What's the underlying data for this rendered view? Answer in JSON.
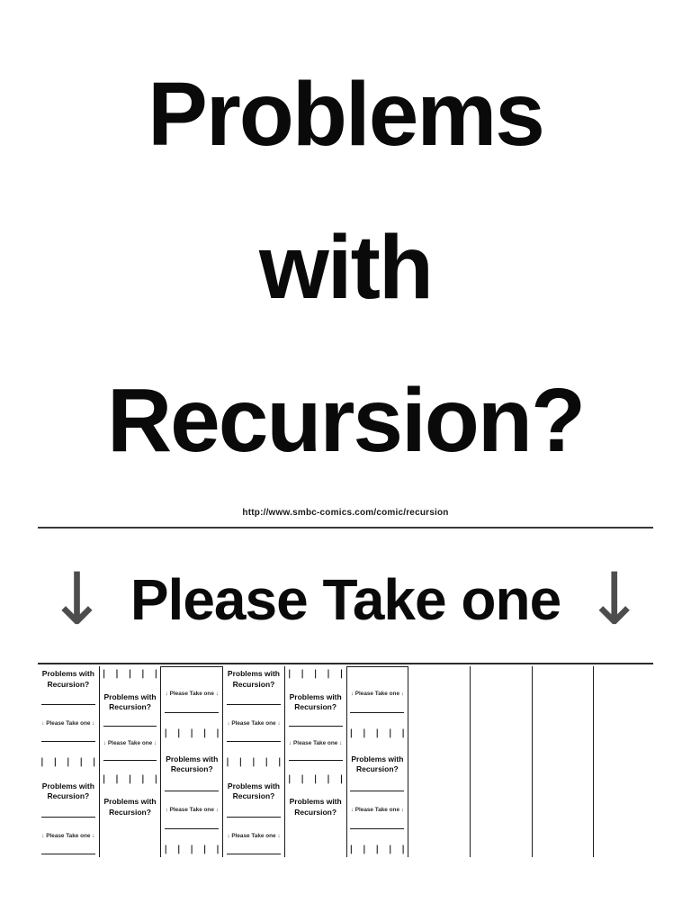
{
  "page": {
    "title_lines": [
      "Problems",
      "with",
      "Recursion?"
    ],
    "url": "http://www.smbc-comics.com/comic/recursion",
    "take_one": {
      "label": "Please Take one",
      "arrow": "↓"
    },
    "colors": {
      "text": "#0a0a0a",
      "arrow_gray": "#4d4d4d",
      "background": "#ffffff"
    }
  },
  "strip": {
    "tab": {
      "title_line1": "Problems with",
      "title_line2": "Recursion?",
      "take_label": "↓ Please Take one ↓",
      "ticks": "| | | | | | | | |"
    },
    "phases": {
      "p1": [
        "title",
        "hr",
        "take",
        "hr",
        "ticks",
        "title",
        "hr",
        "take",
        "hr"
      ],
      "p2": [
        "ticks",
        "title",
        "hr",
        "take",
        "hr",
        "ticks",
        "title",
        "spacer"
      ],
      "p3": [
        "spacer-sm",
        "take",
        "hr",
        "ticks",
        "title",
        "hr",
        "take",
        "hr",
        "ticks"
      ]
    },
    "columns": [
      {
        "phase": "p1",
        "boxed": false
      },
      {
        "phase": "p2",
        "boxed": false
      },
      {
        "phase": "p3",
        "boxed": true
      },
      {
        "phase": "p1",
        "boxed": false
      },
      {
        "phase": "p2",
        "boxed": false
      },
      {
        "phase": "p3",
        "boxed": true
      },
      {
        "phase": "empty",
        "boxed": false
      },
      {
        "phase": "empty",
        "boxed": false
      },
      {
        "phase": "empty",
        "boxed": false
      },
      {
        "phase": "empty",
        "boxed": false
      }
    ]
  }
}
